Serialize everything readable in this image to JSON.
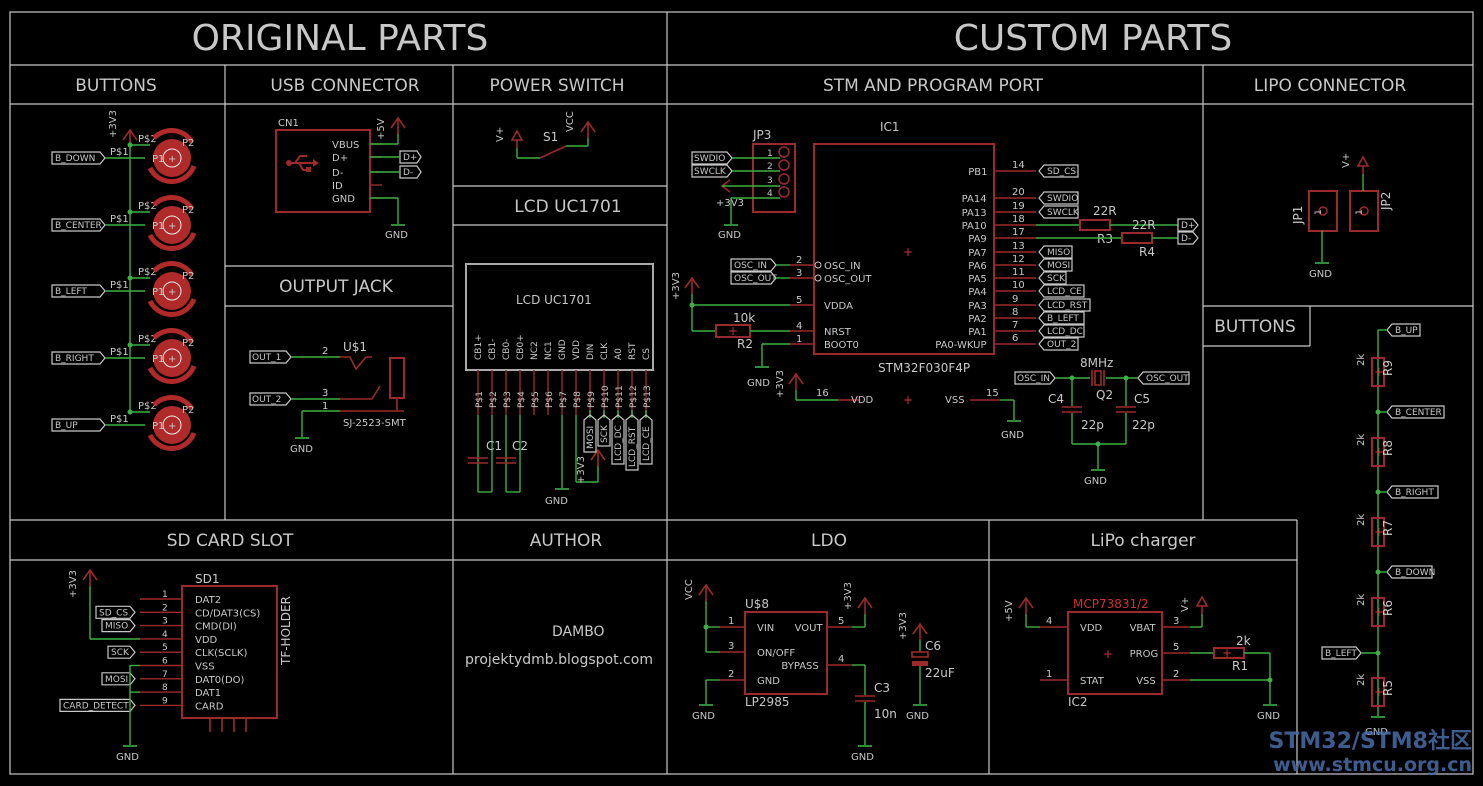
{
  "sections": {
    "original_parts": "ORIGINAL PARTS",
    "custom_parts": "CUSTOM PARTS",
    "buttons": "BUTTONS",
    "usb_connector": "USB CONNECTOR",
    "power_switch": "POWER SWITCH",
    "stm_program_port": "STM AND PROGRAM PORT",
    "lipo_connector": "LIPO CONNECTOR",
    "lcd_uc1701": "LCD UC1701",
    "output_jack": "OUTPUT JACK",
    "buttons_right": "BUTTONS",
    "sd_card_slot": "SD CARD SLOT",
    "author": "AUTHOR",
    "ldo": "LDO",
    "lipo_charger": "LiPo charger"
  },
  "author": {
    "name": "DAMBO",
    "url": "projektydmb.blogspot.com"
  },
  "buttons": {
    "rail": "+3V3",
    "p2": "P$2",
    "p1": "P$1",
    "pin2": "P2",
    "pin1": "P1",
    "labels": [
      "B_DOWN",
      "B_CENTER",
      "B_LEFT",
      "B_RIGHT",
      "B_UP"
    ]
  },
  "usb": {
    "ref": "CN1",
    "rail": "+5V",
    "pins": [
      "VBUS",
      "D+",
      "D-",
      "ID",
      "GND"
    ],
    "net_dp": "D+",
    "net_dm": "D-",
    "gnd": "GND"
  },
  "power_switch": {
    "ref": "S1",
    "vplus": "V+",
    "vcc": "VCC"
  },
  "output_jack": {
    "ref": "U$1",
    "part": "SJ-2523-SMT",
    "labels": [
      "OUT_1",
      "OUT_2"
    ],
    "pins": [
      "2",
      "3",
      "1"
    ],
    "gnd": "GND"
  },
  "lcd": {
    "title": "LCD UC1701",
    "pin_names": [
      "CB1+",
      "CB1-",
      "CB0-",
      "CB0+",
      "NC2",
      "NC1",
      "GND",
      "VDD",
      "DIN",
      "CLK",
      "A0",
      "RST",
      "CS"
    ],
    "pads": [
      "P$1",
      "P$2",
      "P$3",
      "P$4",
      "P$5",
      "P$6",
      "P$7",
      "P$8",
      "P$9",
      "P$10",
      "P$11",
      "P$12",
      "P$13"
    ],
    "c1": "C1",
    "c2": "C2",
    "net_labels": [
      "MOSI",
      "SCK",
      "LCD_DC",
      "LCD_RST",
      "LCD_CE"
    ],
    "rail": "+3V3",
    "gnd": "GND"
  },
  "program_port": {
    "ref": "JP3",
    "pins": [
      "1",
      "2",
      "3",
      "4"
    ],
    "labels": [
      "SWDIO",
      "SWCLK"
    ],
    "rail": "+3V3",
    "gnd": "GND"
  },
  "mcu": {
    "ref": "IC1",
    "part": "STM32F030F4P",
    "left_pins": [
      {
        "num": "2",
        "name": "OSC_IN",
        "net": "OSC_IN"
      },
      {
        "num": "3",
        "name": "OSC_OUT",
        "net": "OSC_OUT"
      },
      {
        "num": "5",
        "name": "VDDA",
        "net": ""
      },
      {
        "num": "4",
        "name": "NRST",
        "net": ""
      },
      {
        "num": "1",
        "name": "BOOT0",
        "net": ""
      }
    ],
    "right_pins": [
      {
        "num": "14",
        "name": "PB1",
        "net": "SD_CS"
      },
      {
        "num": "20",
        "name": "PA14",
        "net": "SWDIO"
      },
      {
        "num": "19",
        "name": "PA13",
        "net": "SWCLK"
      },
      {
        "num": "18",
        "name": "PA10",
        "net": ""
      },
      {
        "num": "17",
        "name": "PA9",
        "net": ""
      },
      {
        "num": "13",
        "name": "PA7",
        "net": "MISO"
      },
      {
        "num": "12",
        "name": "PA6",
        "net": "MOSI"
      },
      {
        "num": "11",
        "name": "PA5",
        "net": "SCK"
      },
      {
        "num": "10",
        "name": "PA4",
        "net": "LCD_CE"
      },
      {
        "num": "9",
        "name": "PA3",
        "net": "LCD_RST"
      },
      {
        "num": "8",
        "name": "PA2",
        "net": "B_LEFT"
      },
      {
        "num": "7",
        "name": "PA1",
        "net": "LCD_DC"
      },
      {
        "num": "6",
        "name": "PA0-WKUP",
        "net": "OUT_2"
      }
    ],
    "vdd": {
      "num": "16",
      "name": "VDD"
    },
    "vss": {
      "num": "15",
      "name": "VSS"
    },
    "rail": "+3V3",
    "gnd": "GND",
    "r3": {
      "ref": "R3",
      "value": "22R"
    },
    "r4": {
      "ref": "R4",
      "value": "22R"
    },
    "usb_dp": "D+",
    "usb_dm": "D-",
    "r2": {
      "ref": "R2",
      "value": "10k"
    },
    "crystal": {
      "ref": "Q2",
      "value": "8MHz"
    },
    "c4": {
      "ref": "C4",
      "value": "22p"
    },
    "c5": {
      "ref": "C5",
      "value": "22p"
    },
    "osc_in": "OSC_IN",
    "osc_out": "OSC_OUT"
  },
  "lipo_connector": {
    "jp1": "JP1",
    "jp2": "JP2",
    "vplus": "V+",
    "gnd": "GND",
    "pin": "1"
  },
  "buttons_ladder": {
    "labels": [
      "B_UP",
      "B_CENTER",
      "B_RIGHT",
      "B_DOWN",
      "B_LEFT"
    ],
    "resistors": [
      {
        "ref": "R9",
        "value": "2k"
      },
      {
        "ref": "R8",
        "value": "2k"
      },
      {
        "ref": "R7",
        "value": "2k"
      },
      {
        "ref": "R6",
        "value": "2k"
      },
      {
        "ref": "R5",
        "value": "2k"
      }
    ],
    "gnd": "GND"
  },
  "sd_card": {
    "ref": "SD1",
    "part": "TF-HOLDER",
    "pins": [
      {
        "num": "1",
        "name": "DAT2",
        "net": ""
      },
      {
        "num": "2",
        "name": "CD/DAT3(CS)",
        "net": "SD_CS"
      },
      {
        "num": "3",
        "name": "CMD(DI)",
        "net": "MISO"
      },
      {
        "num": "4",
        "name": "VDD",
        "net": ""
      },
      {
        "num": "5",
        "name": "CLK(SCLK)",
        "net": "SCK"
      },
      {
        "num": "6",
        "name": "VSS",
        "net": ""
      },
      {
        "num": "7",
        "name": "DAT0(DO)",
        "net": "MOSI"
      },
      {
        "num": "8",
        "name": "DAT1",
        "net": ""
      },
      {
        "num": "9",
        "name": "CARD",
        "net": "CARD_DETECT"
      }
    ],
    "rail": "+3V3",
    "gnd": "GND"
  },
  "ldo": {
    "ref": "U$8",
    "part": "LP2985",
    "pins": [
      {
        "num": "1",
        "name": "VIN"
      },
      {
        "num": "3",
        "name": "ON/OFF"
      },
      {
        "num": "2",
        "name": "GND"
      },
      {
        "num": "5",
        "name": "VOUT"
      },
      {
        "num": "4",
        "name": "BYPASS"
      }
    ],
    "vcc": "VCC",
    "rail": "+3V3",
    "c3": {
      "ref": "C3",
      "value": "10n"
    },
    "c6": {
      "ref": "C6",
      "value": "22uF"
    },
    "gnd": "GND"
  },
  "charger": {
    "ref": "IC2",
    "part": "MCP73831/2",
    "pins": [
      {
        "num": "4",
        "name": "VDD"
      },
      {
        "num": "1",
        "name": "STAT"
      },
      {
        "num": "3",
        "name": "VBAT"
      },
      {
        "num": "5",
        "name": "PROG"
      },
      {
        "num": "2",
        "name": "VSS"
      }
    ],
    "rail": "+5V",
    "vplus": "V+",
    "r1": {
      "ref": "R1",
      "value": "2k"
    },
    "gnd": "GND"
  },
  "watermark": {
    "line1": "STM32/STM8社区",
    "line2": "www.stmcu.org.cn"
  },
  "colors": {
    "wire": "#3cb043",
    "symbol": "#9b2b2b",
    "frame": "#c8c8c8",
    "background": "#000000"
  }
}
